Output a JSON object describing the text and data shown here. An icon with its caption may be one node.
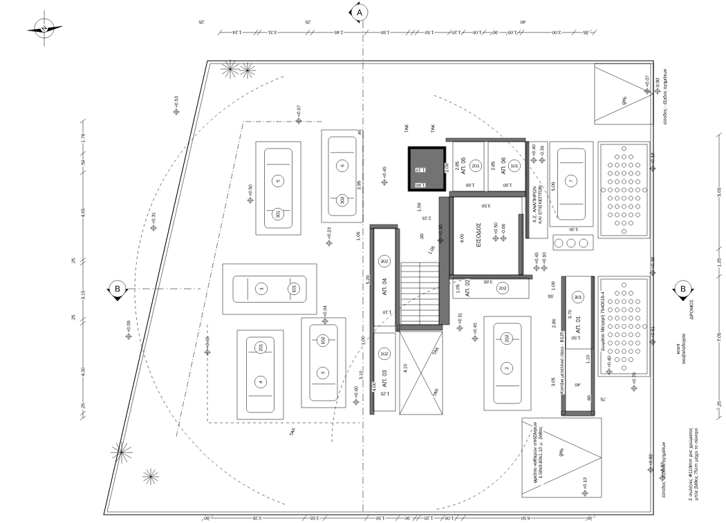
{
  "diagram": {
    "nodes": [
      {
        "text": [
          "A"
        ]
      },
      {
        "text": [
          "5",
          "301"
        ]
      },
      {
        "text": [
          "6",
          "302"
        ]
      },
      {
        "text": [
          "ΑΠ. 05",
          "201"
        ]
      },
      {
        "text": [
          "ΑΠ. 06",
          "101"
        ]
      },
      {
        "text": [
          "Χ.Σ. ΑΝΑΠΗΡΩΝ ΚΑΙ ΕΠΙΣΚΕΠΤΩΝ"
        ]
      },
      {
        "text": [
          "7"
        ]
      },
      {
        "text": [
          "9%"
        ]
      },
      {
        "text": [
          "ΕΙΣΟΔΟΣ"
        ]
      },
      {
        "text": [
          "ΑΠ. 04",
          "302"
        ]
      },
      {
        "text": [
          "B"
        ]
      },
      {
        "text": [
          "1",
          "101"
        ]
      },
      {
        "text": [
          "ΑΠ. 02",
          "202"
        ]
      },
      {
        "text": [
          "B"
        ]
      },
      {
        "text": [
          "ΑΠ. 01",
          "301"
        ]
      },
      {
        "text": [
          "4",
          "201"
        ]
      },
      {
        "text": [
          "3",
          "102"
        ]
      },
      {
        "text": [
          "2",
          "202"
        ]
      },
      {
        "text": [
          "ΑΠ. 03",
          "102"
        ]
      },
      {
        "text": [
          "9%"
        ]
      }
    ],
    "labels": [
      ".25",
      "1.24",
      "3.31",
      ".25",
      "2.45",
      "1.80",
      "1.50",
      "1.20",
      "1.00",
      ".90",
      "1.00",
      ".40",
      "3.00",
      ".85",
      "1.76",
      ".59",
      "4.65",
      ".25",
      "3.15",
      ".25",
      "4.30",
      ".25",
      "5.65",
      "1.25",
      "7.05",
      ".25",
      ".80",
      "3.35",
      "3.55",
      "1.50",
      ".90",
      "1.20",
      "1.00",
      "6.50",
      ".60",
      ".45",
      "2.95",
      "1.00",
      "2.00",
      "2.85",
      "2.85",
      "1.10",
      "1.90",
      "1.80",
      "1.80",
      "1.50",
      "2.15",
      "3.50",
      "5.00",
      "3.30",
      ".90",
      "1.06",
      "4.00",
      "5.20",
      "3.85",
      "1.05",
      "1.00",
      ".55",
      "1.10",
      "3.70",
      "2.80",
      "1.50",
      "1.00",
      "4.10",
      "4.00",
      "3.10",
      "1.25",
      "1.10",
      ".40",
      "3.05",
      ".80",
      ".75",
      "ΤΑΚ",
      "ΤΑΚ",
      "ΤΑΚ",
      "ΤΑΚ",
      "ΤΑΚ",
      "είσοδος - έξοδος οχημάτων",
      "ΔΡΟΜΟΣ",
      "κουτί σκυβαλοδοχείο",
      "Δωμάτιο Μετρητή 7540016-4",
      "Καπάκι μεταλλικό class - B125",
      "φρεάτιο καθαρών απόβλητων 1.50x0.80x1.10 μ. βάθος",
      "είσοδος - έξοδος οχημάτων",
      "2 σωλήνες Φ110mm pvc χρώματος μπλε βάθος 75cm μέχρι το σύνορο",
      "+0.53",
      "+0.31",
      "+0.09",
      "+0.65",
      "+0.50",
      "+0.67",
      "+0.23",
      "+0.04",
      "+0.60",
      "+0.45",
      "+0.30",
      "+0.50",
      "-0.06",
      "+0.40",
      "-0.36",
      "+0.45",
      "+0.10",
      "+0.11",
      "+0.45",
      "+0.40",
      "+0.70",
      "+0.82",
      "+0.83",
      "+0.13",
      "+0.07",
      "0.00",
      "+0.18",
      "+0.38",
      "+0.51",
      "N"
    ]
  }
}
